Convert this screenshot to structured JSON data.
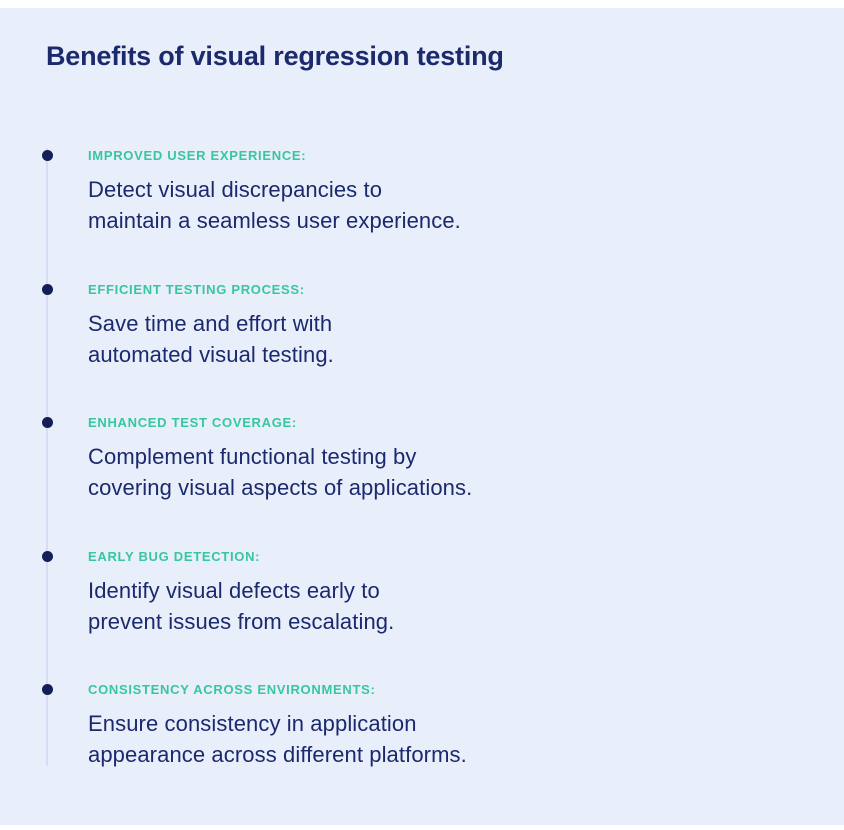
{
  "page": {
    "title": "Benefits of visual regression testing"
  },
  "colors": {
    "background": "#e9eefb",
    "page_border": "#ffffff",
    "title_text": "#1b296d",
    "heading_accent": "#36c79f",
    "body_text": "#1b296d",
    "bullet_dot": "#131f56",
    "timeline_line": "#d6dcf4"
  },
  "icons": {
    "bullet": "filled-circle"
  },
  "items": [
    {
      "heading": "IMPROVED USER EXPERIENCE:",
      "line1": "Detect visual discrepancies to",
      "line2": "maintain a seamless user experience."
    },
    {
      "heading": "EFFICIENT TESTING PROCESS:",
      "line1": "Save time and effort with",
      "line2": "automated visual testing."
    },
    {
      "heading": "ENHANCED TEST COVERAGE:",
      "line1": "Complement functional testing by",
      "line2": "covering visual aspects of applications."
    },
    {
      "heading": "EARLY BUG DETECTION:",
      "line1": "Identify visual defects early to",
      "line2": "prevent issues from escalating."
    },
    {
      "heading": "CONSISTENCY ACROSS ENVIRONMENTS:",
      "line1": "Ensure consistency in application",
      "line2": "appearance across different platforms."
    }
  ]
}
